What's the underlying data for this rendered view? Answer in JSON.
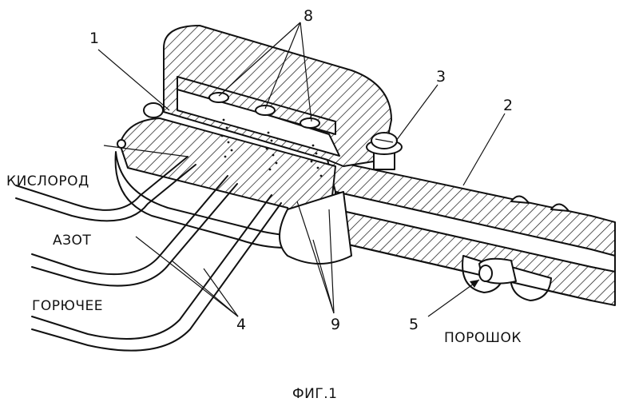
{
  "figure": {
    "caption": "ФИГ.1",
    "labels": {
      "n1": "1",
      "n2": "2",
      "n3": "3",
      "n4": "4",
      "n5": "5",
      "n8": "8",
      "n9": "9"
    },
    "inputs": {
      "oxygen": "КИСЛОРОД",
      "nitrogen": "АЗОТ",
      "fuel": "ГОРЮЧЕЕ",
      "powder": "ПОРОШОК"
    }
  }
}
